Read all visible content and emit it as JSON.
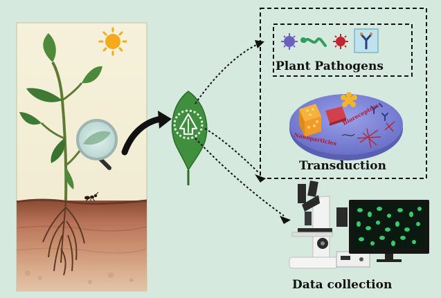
{
  "labels": {
    "plant_pathogens": "Plant Pathogens",
    "transduction": "Transduction",
    "data_collection": "Data collection",
    "nanoparticles": "Nanoparticles",
    "bioreceptors": "Bioreceptors"
  },
  "icons": {
    "sun": "sun-icon",
    "magnifier": "magnifying-glass-icon",
    "leaf": "leaf-sensor-icon",
    "microscope": "microscope-icon",
    "monitor": "monitor-icon",
    "ant": "ant-icon"
  },
  "colors": {
    "background": "#d6e9df",
    "sky_panel": "#f4f0dc",
    "leaf_green": "#3f8f3e",
    "soil_top": "#7a4630",
    "red_label": "#b3172b",
    "disk_blue": "#7b83d8"
  }
}
